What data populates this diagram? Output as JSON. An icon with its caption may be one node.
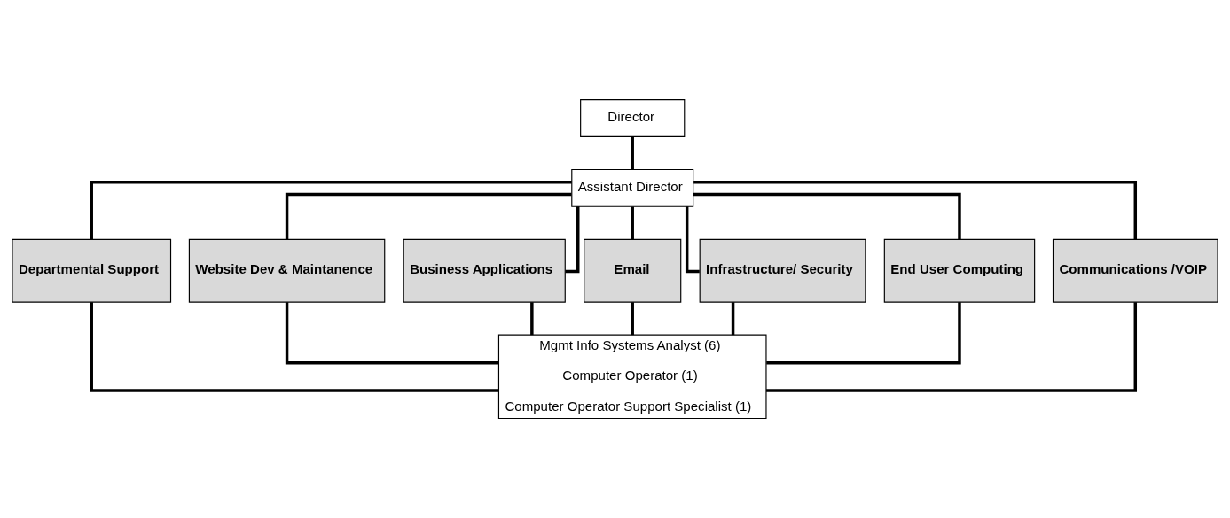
{
  "diagram": {
    "nodes": [
      {
        "text": [
          "Director"
        ]
      },
      {
        "text": [
          "Assistant Director"
        ]
      },
      {
        "text": [
          "Departmental Support"
        ]
      },
      {
        "text": [
          "Website Dev & Maintanence"
        ]
      },
      {
        "text": [
          "Business Applications"
        ]
      },
      {
        "text": [
          "Email"
        ]
      },
      {
        "text": [
          "Infrastructure/ Security"
        ]
      },
      {
        "text": [
          "End User Computing"
        ]
      },
      {
        "text": [
          "Communications /VOIP"
        ]
      },
      {
        "text": [
          "Mgmt Info Systems Analyst (6)",
          "Computer Operator (1)",
          "Computer Operator Support Specialist (1)"
        ]
      }
    ],
    "edges": [
      {
        "from": 0,
        "to": 1,
        "arrow": "none"
      },
      {
        "from": 1,
        "to": 2,
        "arrow": "none"
      },
      {
        "from": 1,
        "to": 3,
        "arrow": "none"
      },
      {
        "from": 1,
        "to": 4,
        "arrow": "none"
      },
      {
        "from": 1,
        "to": 5,
        "arrow": "none"
      },
      {
        "from": 1,
        "to": 6,
        "arrow": "none"
      },
      {
        "from": 1,
        "to": 7,
        "arrow": "none"
      },
      {
        "from": 1,
        "to": 8,
        "arrow": "none"
      },
      {
        "from": 2,
        "to": 9,
        "arrow": "none"
      },
      {
        "from": 3,
        "to": 9,
        "arrow": "none"
      },
      {
        "from": 4,
        "to": 9,
        "arrow": "none"
      },
      {
        "from": 5,
        "to": 9,
        "arrow": "none"
      },
      {
        "from": 6,
        "to": 9,
        "arrow": "none"
      },
      {
        "from": 7,
        "to": 9,
        "arrow": "none"
      },
      {
        "from": 8,
        "to": 9,
        "arrow": "none"
      }
    ]
  }
}
